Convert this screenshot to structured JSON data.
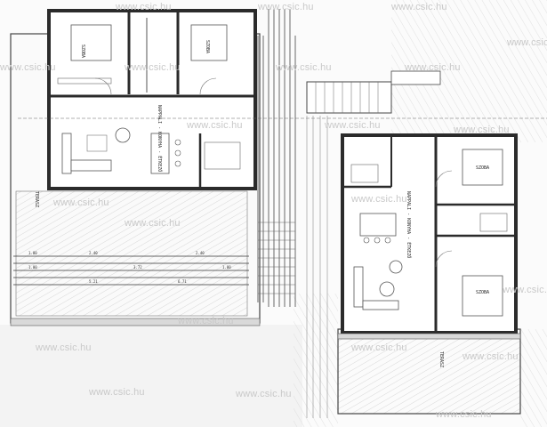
{
  "watermark": "www.csic.hu",
  "rooms": {
    "szoba_1": "SZOBA",
    "szoba_2": "SZOBA",
    "nappali_1": "NAPPALI - KONYHA - ÉTKEZŐ",
    "terasz_1": "TERASZ",
    "szoba_3": "SZOBA",
    "szoba_4": "SZOBA",
    "nappali_2": "NAPPALI - KONYHA - ÉTKEZŐ",
    "terasz_2": "TERASZ"
  },
  "dimensions": {
    "d1": "1.80",
    "d2": "2.40",
    "d3": "1.00",
    "d4": "3.72",
    "d5": "5.21",
    "d6": "6.71",
    "d7": "2.40",
    "d8": "1.80"
  },
  "colors": {
    "wall": "#2b2b2b",
    "line": "#555555",
    "hatch": "#bdbdbd",
    "watermark": "#c9c9c9"
  }
}
